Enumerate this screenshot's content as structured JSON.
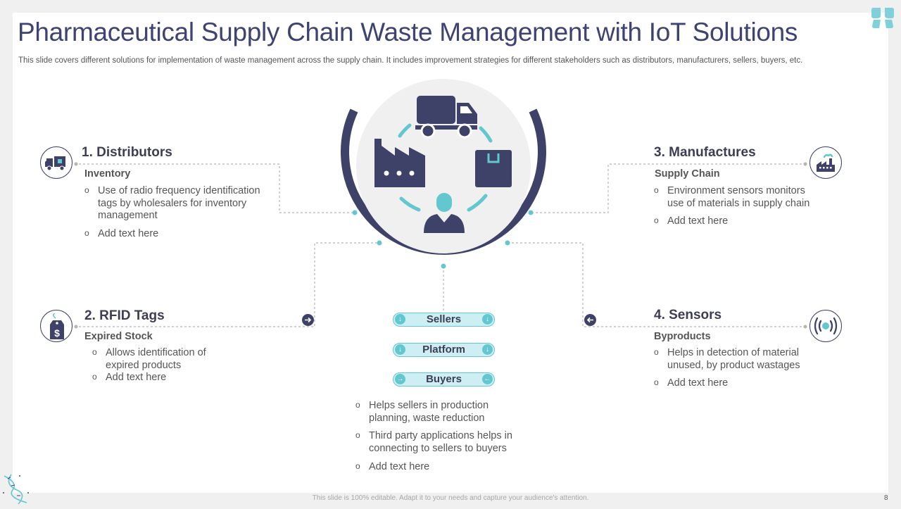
{
  "title": "Pharmaceutical Supply Chain Waste Management with IoT Solutions",
  "subtitle": "This slide covers different solutions for implementation of waste management across the supply chain. It includes improvement strategies for different stakeholders such as distributors, manufacturers, sellers, buyers, etc.",
  "sections": {
    "distributors": {
      "title": "1. Distributors",
      "subtitle": "Inventory",
      "bullets": [
        "Use of radio frequency identification tags by wholesalers for inventory management",
        "Add text here"
      ],
      "icon": "truck-icon"
    },
    "rfid": {
      "title": "2. RFID Tags",
      "subtitle": "Expired Stock",
      "bullets": [
        "Allows identification of expired products",
        "Add text here"
      ],
      "icon": "price-tag-icon"
    },
    "manufactures": {
      "title": "3. Manufactures",
      "subtitle": "Supply Chain",
      "bullets": [
        "Environment sensors monitors use of materials in supply chain",
        "Add text here"
      ],
      "icon": "factory-icon"
    },
    "sensors": {
      "title": "4. Sensors",
      "subtitle": "Byproducts",
      "bullets": [
        "Helps in detection of material unused, by product wastages",
        "Add text here"
      ],
      "icon": "sensor-icon"
    }
  },
  "center": {
    "pills": [
      "Sellers",
      "Platform",
      "Buyers"
    ],
    "bullets": [
      "Helps sellers in production planning, waste reduction",
      "Third party applications helps in connecting to sellers to buyers",
      "Add text here"
    ]
  },
  "footer": "This slide is 100% editable.  Adapt it to your needs and capture your audience's attention.",
  "page_number": "8",
  "colors": {
    "navy": "#3e4269",
    "teal": "#63c7d0",
    "light_teal": "#cdeef2",
    "text": "#555555"
  }
}
